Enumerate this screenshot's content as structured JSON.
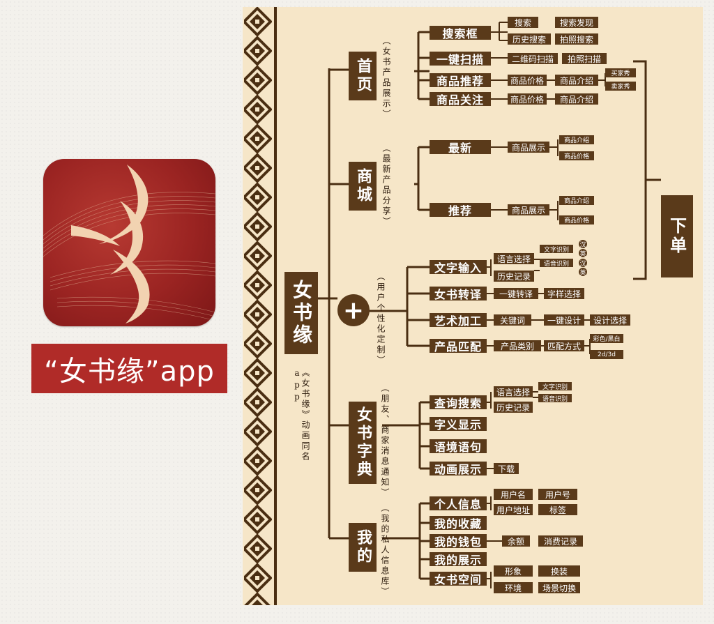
{
  "app": {
    "name_label": "“女书缘”app",
    "icon": "nvshu-logo-icon"
  },
  "mindmap": {
    "root": "女书缘",
    "root_note": "《女书缘》动画同名app",
    "order_node": "下单",
    "branches": {
      "home": {
        "label": "首页",
        "note": "（女书产品展示）",
        "items": {
          "search_box": {
            "label": "搜索框",
            "subs": [
              "搜索",
              "搜索发现",
              "历史搜索",
              "拍照搜索"
            ]
          },
          "scan": {
            "label": "一键扫描",
            "subs": [
              "二维码扫描",
              "拍照扫描"
            ]
          },
          "recommend": {
            "label": "商品推荐",
            "subs": [
              "商品价格",
              "商品介绍",
              "买家秀",
              "卖家秀"
            ]
          },
          "follow": {
            "label": "商品关注",
            "subs": [
              "商品价格",
              "商品介绍"
            ]
          }
        }
      },
      "mall": {
        "label": "商城",
        "note": "（最新产品分享）",
        "items": {
          "newest": {
            "label": "最新",
            "sub": "商品展示",
            "leaves": [
              "商品介绍",
              "商品价格"
            ]
          },
          "recommend": {
            "label": "推荐",
            "sub": "商品展示",
            "leaves": [
              "商品介绍",
              "商品价格"
            ]
          }
        }
      },
      "custom": {
        "label": "+",
        "note": "（用户个性化定制）",
        "items": {
          "text_input": {
            "label": "文字输入",
            "subs": [
              "语言选择",
              "历史记录"
            ],
            "leaves": [
              "文字识别",
              "语音识别"
            ],
            "tiny": [
              "汉",
              "英",
              "汉",
              "英"
            ]
          },
          "translate": {
            "label": "女书转译",
            "subs": [
              "一键转译",
              "字样选择"
            ]
          },
          "art": {
            "label": "艺术加工",
            "subs": [
              "关键词",
              "一键设计",
              "设计选择"
            ]
          },
          "match": {
            "label": "产品匹配",
            "subs": [
              "产品类别",
              "匹配方式"
            ],
            "leaves": [
              "彩色/黑白",
              "2d/3d"
            ]
          }
        }
      },
      "dict": {
        "label": "女书字典",
        "note": "（朋友、商家消息通知）",
        "items": {
          "query": {
            "label": "查询搜索",
            "subs": [
              "语言选择",
              "历史记录"
            ],
            "leaves": [
              "文字识别",
              "语音识别"
            ]
          },
          "display": {
            "label": "字义显示"
          },
          "context": {
            "label": "语境语句"
          },
          "anim": {
            "label": "动画展示",
            "sub": "下载"
          }
        }
      },
      "me": {
        "label": "我的",
        "note": "（我的私人信息库）",
        "items": {
          "info": {
            "label": "个人信息",
            "subs": [
              "用户名",
              "用户号",
              "用户地址",
              "标签"
            ]
          },
          "fav": {
            "label": "我的收藏"
          },
          "wallet": {
            "label": "我的钱包",
            "subs": [
              "余额",
              "消费记录"
            ]
          },
          "show": {
            "label": "我的展示"
          },
          "space": {
            "label": "女书空间",
            "subs": [
              "形象",
              "换装",
              "环境",
              "场景切换"
            ]
          }
        }
      }
    }
  },
  "colors": {
    "node": "#5a3a1a",
    "panel": "#f6e6c8",
    "banner": "#b02b28",
    "icon_bg": "#9b2422"
  }
}
